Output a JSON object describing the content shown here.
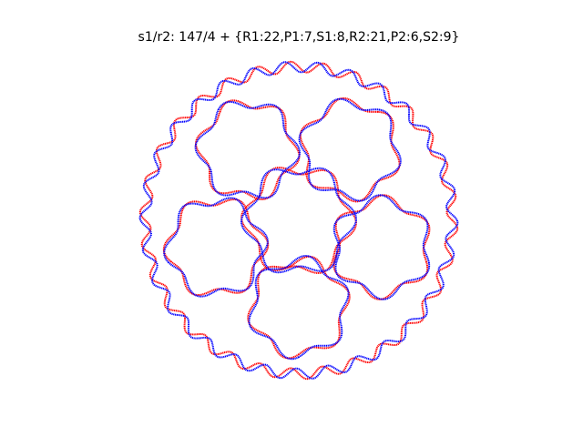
{
  "title": "s1/r2: 147/4 + {R1:22,P1:7,S1:8,R2:21,P2:6,S2:9}",
  "curve": {
    "outer_count": 5,
    "outer_ratio": 0.556,
    "petal_waves": 6,
    "petal_wave_amp": 0.11,
    "center_waves": 6,
    "center_wave_amp": 0.11,
    "center_ratio": 0.33
  },
  "series": [
    {
      "name": "",
      "color": "#ff0000",
      "phase": 0.0
    },
    {
      "name": "",
      "color": "#0000ff",
      "phase": 0.55
    }
  ]
}
